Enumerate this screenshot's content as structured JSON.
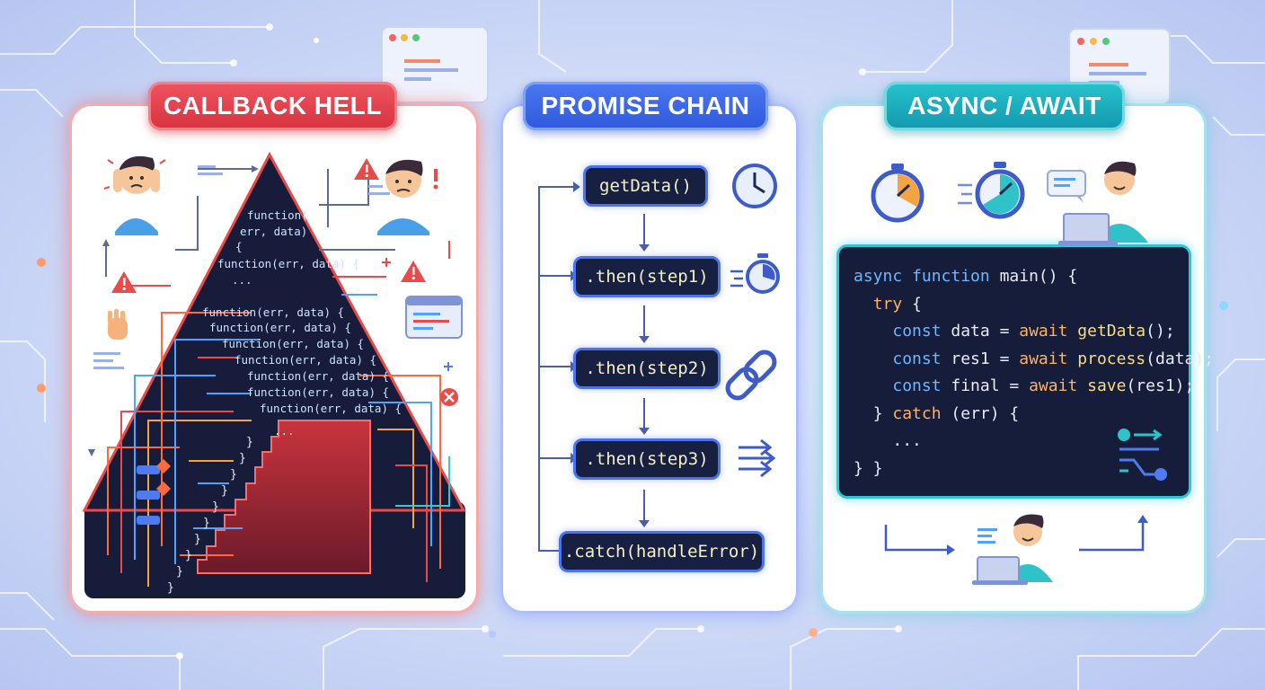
{
  "panels": {
    "callback": {
      "title": "CALLBACK HELL",
      "code_lines": [
        "function(",
        "err, data)",
        "{",
        "function(err, data) {",
        "...",
        "function(err, data) {",
        "function(err, data) {",
        "function(err, data) {",
        "function(err, data) {",
        "function(err, data) {",
        "function(err, data) {",
        "function(err, data) {"
      ],
      "inner_ellipsis": "...",
      "closing_brace": "}"
    },
    "promise": {
      "title": "PROMISE CHAIN",
      "steps": [
        "getData()",
        ".then(step1)",
        ".then(step2)",
        ".then(step3)",
        ".catch(handleError)"
      ]
    },
    "async": {
      "title": "ASYNC / AWAIT",
      "code": {
        "l1_kw": "async",
        "l1_kw2": "function",
        "l1_rest": " main() {",
        "l2_kw": "try",
        "l2_rest": " {",
        "l3_kw": "const",
        "l3_var": " data = ",
        "l3_await": "await",
        "l3_fn": " getData",
        "l3_rest": "();",
        "l4_kw": "const",
        "l4_var": " res1 = ",
        "l4_await": "await",
        "l4_fn": " process",
        "l4_rest": "(data);",
        "l5_kw": "const",
        "l5_var": " final = ",
        "l5_await": "await",
        "l5_fn": " save",
        "l5_rest": "(res1);",
        "l6_pre": "} ",
        "l6_kw": "catch",
        "l6_rest": " (err) {",
        "l7": "...",
        "l8": "} }"
      }
    }
  },
  "colors": {
    "callback_accent": "#d8323f",
    "promise_accent": "#2f59dc",
    "async_accent": "#1298ae",
    "code_bg": "#172041"
  },
  "icons": [
    "stressed-developer-icon",
    "warning-icon",
    "worried-developer-icon",
    "clock-icon",
    "stopwatch-icon",
    "chain-link-icon",
    "fast-arrows-icon",
    "developer-laptop-icon",
    "chat-bubble-icon",
    "error-icon"
  ]
}
